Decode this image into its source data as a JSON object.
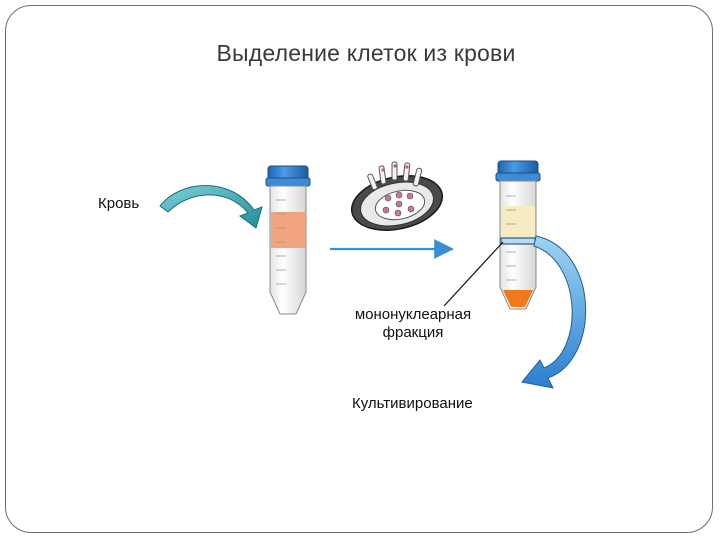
{
  "slide": {
    "title": "Выделение клеток из крови"
  },
  "labels": {
    "blood": "Кровь",
    "fraction_line1": "мононуклеарная",
    "fraction_line2": "фракция",
    "cultivation": "Культивирование"
  },
  "colors": {
    "cap": "#2f7fd0",
    "blood_layer": "#f2a47e",
    "plasma_layer": "#f5ecc4",
    "mononuclear_band": "#7aa9c8",
    "pellet": "#f07a1e",
    "arrow_teal": "#2c9aa8",
    "arrow_blue": "#3d8fd6"
  },
  "icons": [
    "curved-arrow-icon",
    "centrifuge-icon",
    "straight-arrow-icon"
  ]
}
